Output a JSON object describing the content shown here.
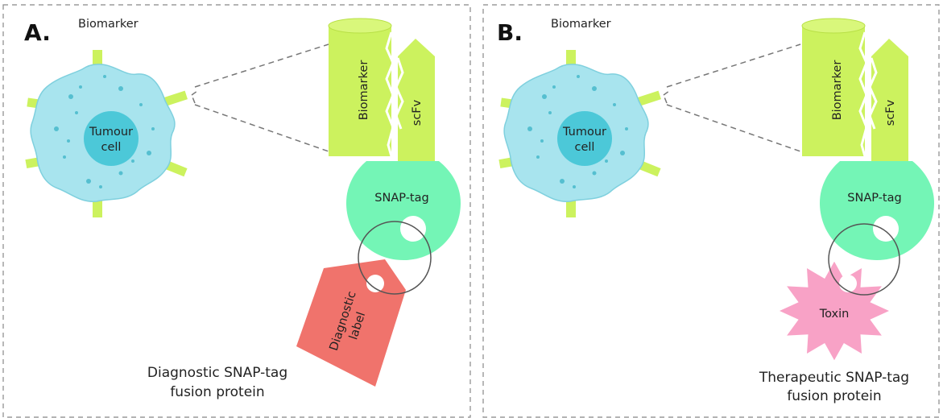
{
  "panels": [
    {
      "letter": "A.",
      "biomarker_title": "Biomarker",
      "cell_label_line1": "Tumour",
      "cell_label_line2": "cell",
      "biomarker_label": "Biomarker",
      "scfv_label": "scFv",
      "snap_label": "SNAP-tag",
      "payload_label_line1": "Diagnostic",
      "payload_label_line2": "label",
      "caption_line1": "Diagnostic SNAP-tag",
      "caption_line2": "fusion protein"
    },
    {
      "letter": "B.",
      "biomarker_title": "Biomarker",
      "cell_label_line1": "Tumour",
      "cell_label_line2": "cell",
      "biomarker_label": "Biomarker",
      "scfv_label": "scFv",
      "snap_label": "SNAP-tag",
      "payload_label": "Toxin",
      "caption_line1": "Therapeutic SNAP-tag",
      "caption_line2": "fusion protein"
    }
  ],
  "colors": {
    "cell_body": "#a8e4ee",
    "nucleus": "#4cc8d8",
    "receptor": "#ccf25e",
    "snap_tag": "#74f5b6",
    "diagnostic_label": "#f0736c",
    "toxin": "#f8a2c6",
    "frame": "#888888"
  }
}
